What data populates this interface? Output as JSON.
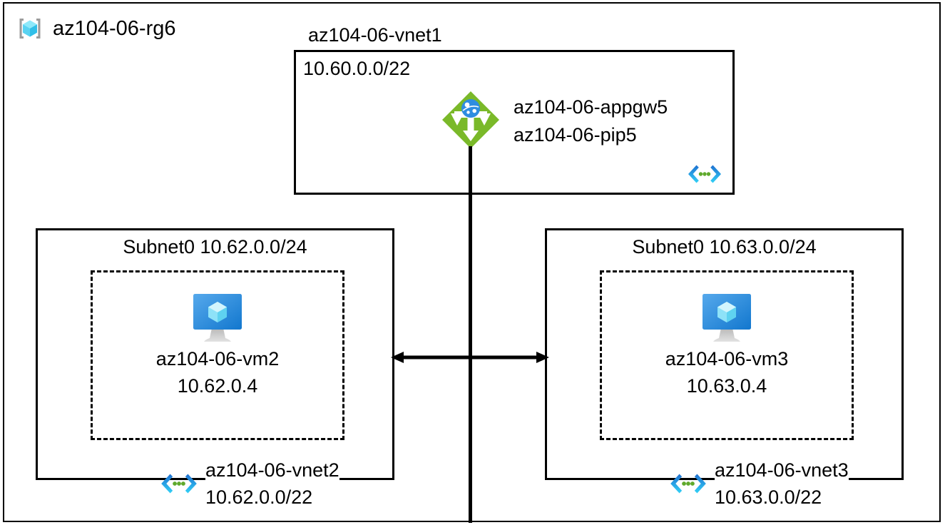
{
  "resource_group": {
    "icon": "resource-group-cube-icon",
    "name": "az104-06-rg6"
  },
  "vnet1": {
    "title": "az104-06-vnet1",
    "cidr": "10.60.0.0/22",
    "vnet_icon": "virtual-network-icon",
    "gateway": {
      "icon": "application-gateway-icon",
      "name": "az104-06-appgw5",
      "public_ip": "az104-06-pip5"
    }
  },
  "vnet2": {
    "subnet_title": "Subnet0 10.62.0.0/24",
    "vm": {
      "icon": "virtual-machine-icon",
      "name": "az104-06-vm2",
      "ip": "10.62.0.4"
    },
    "vnet_icon": "virtual-network-icon",
    "name": "az104-06-vnet2",
    "cidr": "10.62.0.0/22"
  },
  "vnet3": {
    "subnet_title": "Subnet0 10.63.0.0/24",
    "vm": {
      "icon": "virtual-machine-icon",
      "name": "az104-06-vm3",
      "ip": "10.63.0.4"
    },
    "vnet_icon": "virtual-network-icon",
    "name": "az104-06-vnet3",
    "cidr": "10.63.0.0/22"
  },
  "connectors": {
    "peering_arrow": "double-headed-arrow",
    "gateway_link": "vertical-line"
  },
  "colors": {
    "gateway_green": "#7AB929",
    "gateway_globe_blue": "#1F7FD4",
    "vm_screen_blue": "#2E8DE1",
    "vm_cube_cyan": "#9FE8FA",
    "vnet_chevron_cyan": "#32C5F4",
    "vnet_chevron_blue": "#1F6FD0",
    "vnet_dot_green": "#5FA92C",
    "rg_cube_cyan": "#54D4F4",
    "rg_bracket_gray": "#9B9B9B",
    "line_black": "#000000",
    "background": "#FFFFFF"
  }
}
